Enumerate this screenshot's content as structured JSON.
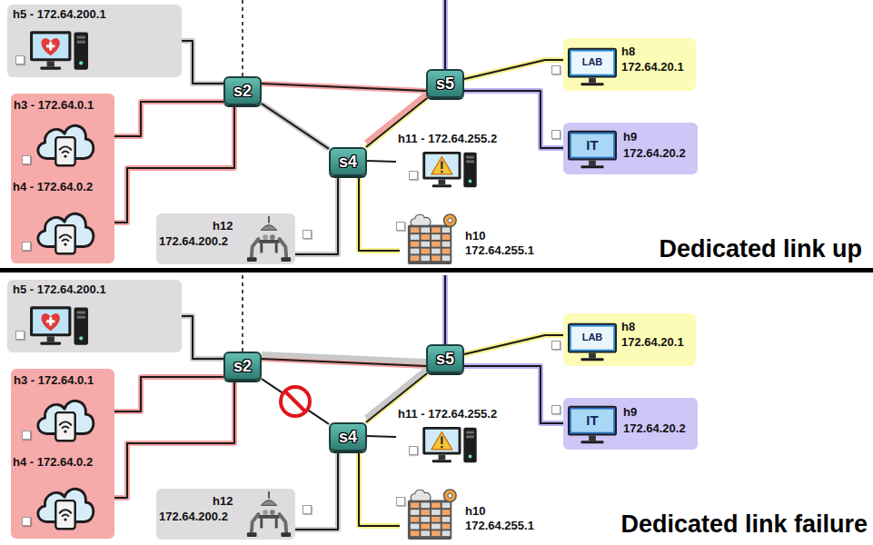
{
  "diagram": {
    "nodes": [
      {
        "text": [
          "h5 - 172.64.200.1"
        ]
      },
      {
        "text": [
          "s2"
        ]
      },
      {
        "text": [
          "s5"
        ]
      },
      {
        "text": [
          "LAB",
          "h8",
          "172.64.20.1"
        ]
      },
      {
        "text": [
          "h3 - 172.64.0.1"
        ]
      },
      {
        "text": [
          "IT",
          "h9",
          "172.64.20.2"
        ]
      },
      {
        "text": [
          "s4"
        ]
      },
      {
        "text": [
          "h11 - 172.64.255.2"
        ]
      },
      {
        "text": [
          "h4 - 172.64.0.2"
        ]
      },
      {
        "text": [
          "h12",
          "172.64.200.2"
        ]
      },
      {
        "text": [
          "h10",
          "172.64.255.1"
        ]
      },
      {
        "text": [
          "h5 - 172.64.200.1"
        ]
      },
      {
        "text": [
          "s2"
        ]
      },
      {
        "text": [
          "s5"
        ]
      },
      {
        "text": [
          "LAB",
          "h8",
          "172.64.20.1"
        ]
      },
      {
        "text": [
          "h3 - 172.64.0.1"
        ]
      },
      {
        "text": [
          "IT",
          "h9",
          "172.64.20.2"
        ]
      },
      {
        "text": [
          "s4"
        ]
      },
      {
        "text": [
          "h11 - 172.64.255.2"
        ]
      },
      {
        "text": [
          "h4 - 172.64.0.2"
        ]
      },
      {
        "text": [
          "h12",
          "172.64.200.2"
        ]
      },
      {
        "text": [
          "h10",
          "172.64.255.1"
        ]
      }
    ],
    "edges": [
      {
        "from": 1,
        "to": 0,
        "arrow": "none"
      },
      {
        "from": 1,
        "to": 4,
        "arrow": "none"
      },
      {
        "from": 1,
        "to": 8,
        "arrow": "none"
      },
      {
        "from": 1,
        "to": 6,
        "arrow": "none"
      },
      {
        "from": 1,
        "to": 2,
        "arrow": "none"
      },
      {
        "from": 6,
        "to": 2,
        "arrow": "none"
      },
      {
        "from": 6,
        "to": 7,
        "arrow": "none"
      },
      {
        "from": 6,
        "to": 9,
        "arrow": "none"
      },
      {
        "from": 6,
        "to": 10,
        "arrow": "none"
      },
      {
        "from": 2,
        "to": 3,
        "arrow": "none"
      },
      {
        "from": 2,
        "to": 5,
        "arrow": "none"
      },
      {
        "from": 12,
        "to": 11,
        "arrow": "none"
      },
      {
        "from": 12,
        "to": 15,
        "arrow": "none"
      },
      {
        "from": 12,
        "to": 19,
        "arrow": "none"
      },
      {
        "from": 12,
        "to": 17,
        "arrow": "none"
      },
      {
        "from": 12,
        "to": 13,
        "arrow": "none"
      },
      {
        "from": 17,
        "to": 13,
        "arrow": "none"
      },
      {
        "from": 17,
        "to": 18,
        "arrow": "none"
      },
      {
        "from": 17,
        "to": 20,
        "arrow": "none"
      },
      {
        "from": 17,
        "to": 21,
        "arrow": "none"
      },
      {
        "from": 13,
        "to": 14,
        "arrow": "none"
      },
      {
        "from": 13,
        "to": 16,
        "arrow": "none"
      }
    ],
    "labels": [
      "Dedicated link up",
      "Dedicated link failure"
    ]
  }
}
